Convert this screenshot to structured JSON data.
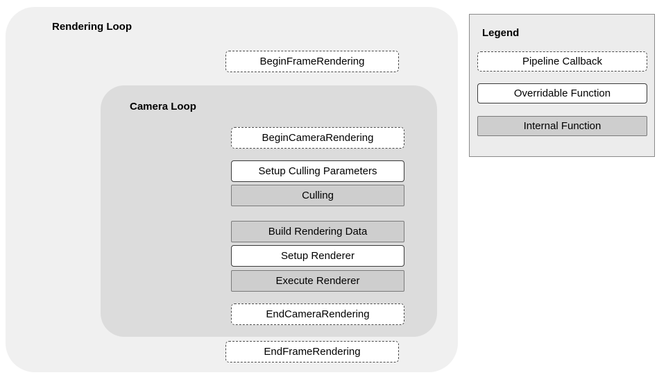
{
  "diagram": {
    "rendering_loop": {
      "label": "Rendering Loop",
      "begin_frame": "BeginFrameRendering",
      "end_frame": "EndFrameRendering"
    },
    "camera_loop": {
      "label": "Camera Loop",
      "begin_camera": "BeginCameraRendering",
      "setup_culling_parameters": "Setup Culling Parameters",
      "culling": "Culling",
      "build_rendering_data": "Build Rendering Data",
      "setup_renderer": "Setup Renderer",
      "execute_renderer": "Execute Renderer",
      "end_camera": "EndCameraRendering"
    },
    "legend": {
      "title": "Legend",
      "pipeline_callback": "Pipeline Callback",
      "overridable_function": "Overridable Function",
      "internal_function": "Internal Function"
    },
    "colors": {
      "outer_loop_bg": "#f0f0f0",
      "camera_loop_bg": "#dcdcdc",
      "internal_box_bg": "#cecece",
      "callback_box_bg": "#ffffff",
      "legend_bg": "#ececec",
      "border": "#3a3a3a"
    }
  }
}
